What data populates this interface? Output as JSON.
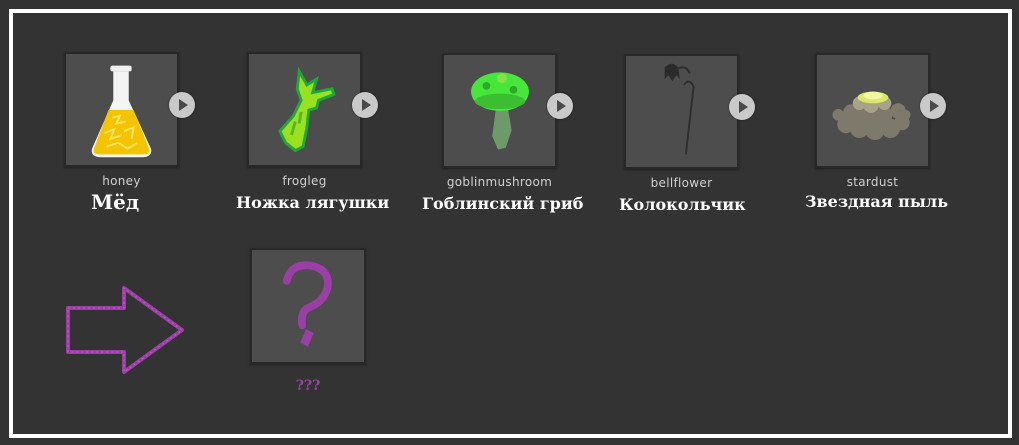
{
  "ingredients": [
    {
      "id": "honey",
      "name": "Мёд",
      "icon": "honey-flask-icon"
    },
    {
      "id": "frogleg",
      "name": "Ножка лягушки",
      "icon": "frog-leg-icon"
    },
    {
      "id": "goblinmushroom",
      "name": "Гоблинский гриб",
      "icon": "goblin-mushroom-icon"
    },
    {
      "id": "bellflower",
      "name": "Колокольчик",
      "icon": "bellflower-icon"
    },
    {
      "id": "stardust",
      "name": "Звездная пыль",
      "icon": "stardust-icon"
    }
  ],
  "play_icon": "play-icon",
  "arrow_icon": "right-arrow-icon",
  "result": {
    "icon": "question-mark-icon",
    "label": "???"
  },
  "colors": {
    "background": "#333333",
    "frame_border": "#ffffff",
    "slot": "#4d4d4d",
    "accent_purple": "#9b3fa6",
    "play_button": "#c9c9c9"
  }
}
